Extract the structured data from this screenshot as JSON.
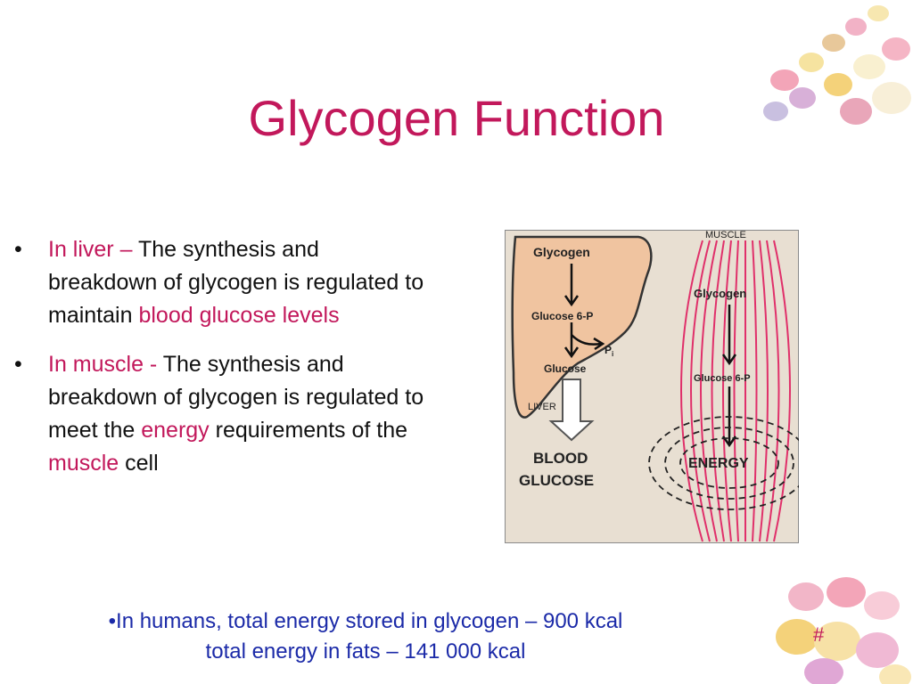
{
  "slide": {
    "title": "Glycogen Function",
    "bullets": [
      {
        "marker": "•",
        "head": "In liver –",
        "text_a": " The synthesis and breakdown of glycogen is regulated to maintain ",
        "hl": "blood glucose  levels",
        "text_b": ""
      },
      {
        "marker": "•",
        "head": "In muscle -",
        "text_a": " The synthesis and breakdown of glycogen is regulated to meet the ",
        "hl": "energy",
        "text_b": " requirements of the ",
        "hl2": "muscle",
        "text_c": " cell"
      }
    ],
    "footer_line1": "•In humans, total energy stored in glycogen – 900 kcal",
    "footer_line2": "total energy in fats – 141 000 kcal",
    "slide_number": "#"
  },
  "figure": {
    "muscle_label": "MUSCLE",
    "liver_label": "LIVER",
    "liver_glycogen": "Glycogen",
    "liver_g6p": "Glucose 6-P",
    "liver_pi": "P",
    "liver_pi_sub": "i",
    "liver_glucose": "Glucose",
    "blood_line1": "BLOOD",
    "blood_line2": "GLUCOSE",
    "muscle_glycogen": "Glycogen",
    "muscle_g6p": "Glucose 6-P",
    "energy": "ENERGY"
  },
  "colors": {
    "accent": "#c2185b",
    "footer_text": "#1b2aa8",
    "figure_bg": "#e8dfd2",
    "liver_fill": "#f0c4a0",
    "muscle_fill": "#f06a90"
  }
}
